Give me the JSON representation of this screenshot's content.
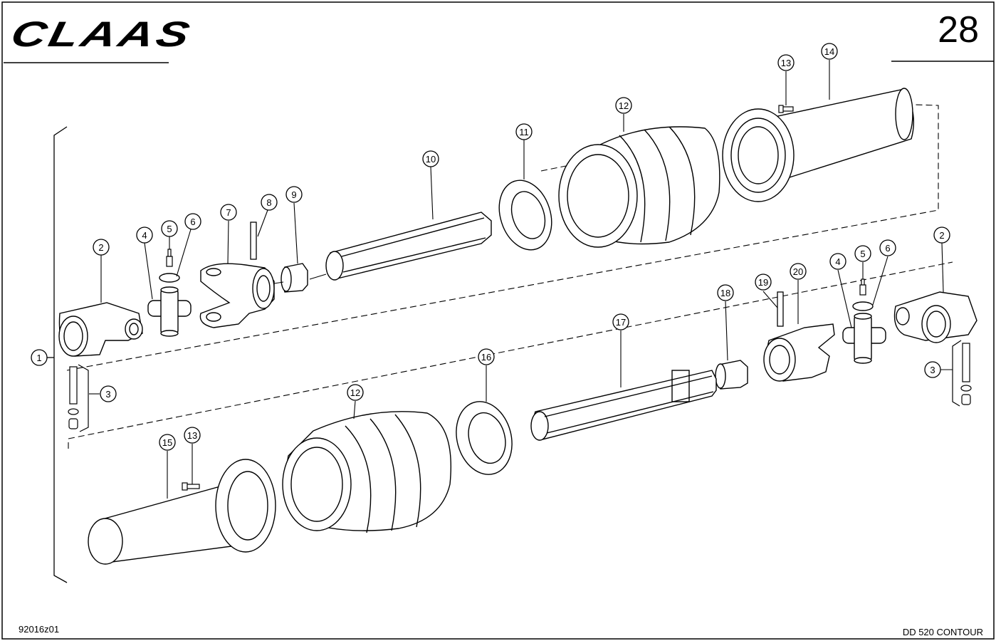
{
  "header": {
    "brand": "CLAAS",
    "page_number": "28"
  },
  "footer": {
    "drawing_code": "92016z01",
    "model": "DD 520 CONTOUR"
  },
  "callouts": [
    "1",
    "2",
    "3",
    "4",
    "5",
    "6",
    "7",
    "8",
    "9",
    "10",
    "11",
    "12",
    "13",
    "14",
    "15",
    "16",
    "17",
    "18",
    "19",
    "20"
  ]
}
